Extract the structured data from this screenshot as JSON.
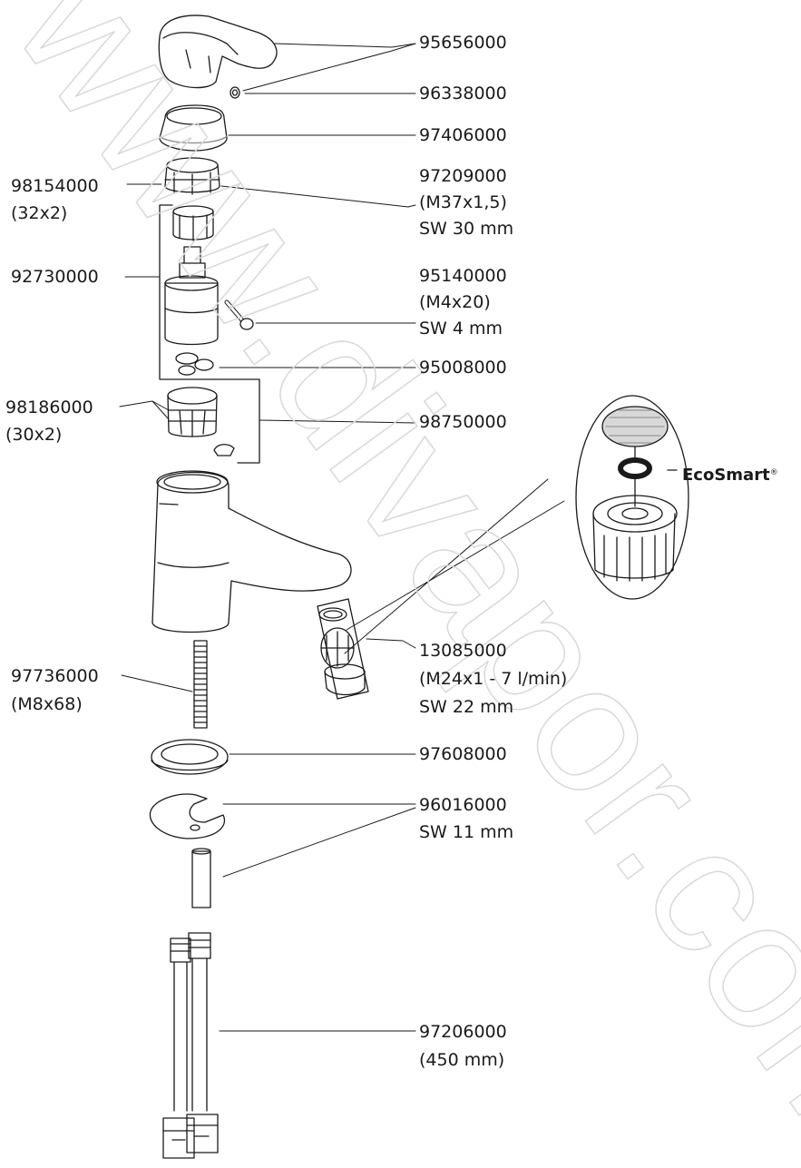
{
  "parts": [
    {
      "id": "p95656000",
      "lines": [
        "95656000"
      ]
    },
    {
      "id": "p96338000",
      "lines": [
        "96338000"
      ]
    },
    {
      "id": "p97406000",
      "lines": [
        "97406000"
      ]
    },
    {
      "id": "p97209000",
      "lines": [
        "97209000",
        "(M37x1,5)",
        "SW 30 mm"
      ]
    },
    {
      "id": "p98154000",
      "lines": [
        "98154000",
        "(32x2)"
      ]
    },
    {
      "id": "p92730000",
      "lines": [
        "92730000"
      ]
    },
    {
      "id": "p95140000",
      "lines": [
        "95140000",
        "(M4x20)",
        "SW 4 mm"
      ]
    },
    {
      "id": "p95008000",
      "lines": [
        "95008000"
      ]
    },
    {
      "id": "p98186000",
      "lines": [
        "98186000",
        "(30x2)"
      ]
    },
    {
      "id": "p98750000",
      "lines": [
        "98750000"
      ]
    },
    {
      "id": "p13085000",
      "lines": [
        "13085000",
        "(M24x1 - 7 l/min)",
        "SW 22 mm"
      ]
    },
    {
      "id": "p97736000",
      "lines": [
        "97736000",
        "(M8x68)"
      ]
    },
    {
      "id": "p97608000",
      "lines": [
        "97608000"
      ]
    },
    {
      "id": "p96016000",
      "lines": [
        "96016000",
        "SW 11 mm"
      ]
    },
    {
      "id": "p97206000",
      "lines": [
        "97206000",
        "(450 mm)"
      ]
    }
  ],
  "ecosmart": {
    "label": "EcoSmart",
    "mark": "®"
  },
  "watermark": "www.divapor.com"
}
